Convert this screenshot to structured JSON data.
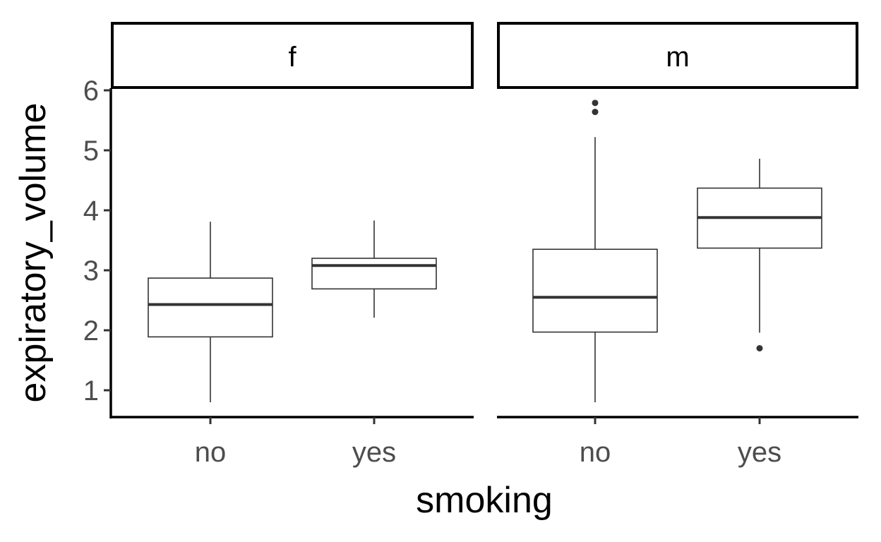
{
  "chart_data": {
    "type": "boxplot",
    "facet_variable": "sex",
    "xlabel": "smoking",
    "ylabel": "expiratory_volume",
    "categories": [
      "no",
      "yes"
    ],
    "y_ticks": [
      1,
      2,
      3,
      4,
      5,
      6
    ],
    "ylim": [
      0.55,
      6.1
    ],
    "grid": false,
    "facets": [
      {
        "label": "f",
        "boxes": [
          {
            "category": "no",
            "whisker_low": 0.8,
            "q1": 1.89,
            "median": 2.43,
            "q3": 2.87,
            "whisker_high": 3.81,
            "outliers": []
          },
          {
            "category": "yes",
            "whisker_low": 2.21,
            "q1": 2.69,
            "median": 3.08,
            "q3": 3.2,
            "whisker_high": 3.83,
            "outliers": []
          }
        ]
      },
      {
        "label": "m",
        "boxes": [
          {
            "category": "no",
            "whisker_low": 0.8,
            "q1": 1.97,
            "median": 2.55,
            "q3": 3.35,
            "whisker_high": 5.22,
            "outliers": [
              5.64,
              5.79
            ]
          },
          {
            "category": "yes",
            "whisker_low": 1.96,
            "q1": 3.37,
            "median": 3.88,
            "q3": 4.37,
            "whisker_high": 4.86,
            "outliers": [
              1.7
            ]
          }
        ]
      }
    ]
  }
}
